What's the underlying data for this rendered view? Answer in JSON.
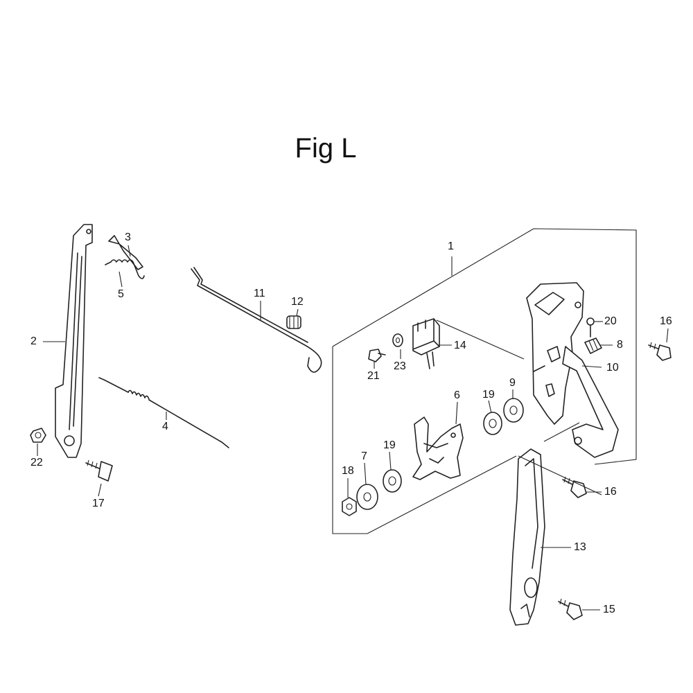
{
  "figure": {
    "title": "Fig L"
  },
  "callouts": {
    "c1": "1",
    "c2": "2",
    "c3": "3",
    "c4": "4",
    "c5": "5",
    "c6": "6",
    "c7": "7",
    "c8": "8",
    "c9": "9",
    "c10": "10",
    "c11": "11",
    "c12": "12",
    "c13": "13",
    "c14": "14",
    "c15": "15",
    "c16a": "16",
    "c16b": "16",
    "c17": "17",
    "c18": "18",
    "c19a": "19",
    "c19b": "19",
    "c20": "20",
    "c21": "21",
    "c22": "22",
    "c23": "23"
  }
}
